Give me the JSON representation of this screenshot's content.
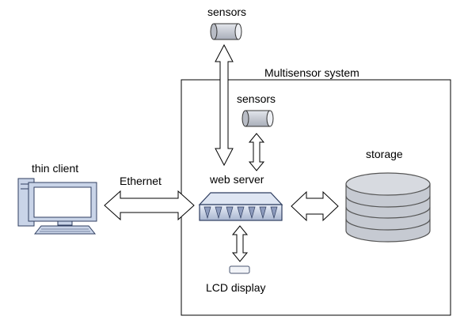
{
  "diagram": {
    "system_label": "Multisensor system",
    "sensors_outer_label": "sensors",
    "sensors_inner_label": "sensors",
    "web_server_label": "web server",
    "storage_label": "storage",
    "thin_client_label": "thin client",
    "ethernet_label": "Ethernet",
    "lcd_label": "LCD display"
  },
  "colors": {
    "stroke": "#000000",
    "device_fill": "#c9d2e4",
    "device_stroke": "#2f3e60",
    "sensor_fill": "#c9cdd6",
    "storage_fill": "#cccfd6",
    "client_fill": "#c9d4e8",
    "client_screen": "#ffffff"
  }
}
